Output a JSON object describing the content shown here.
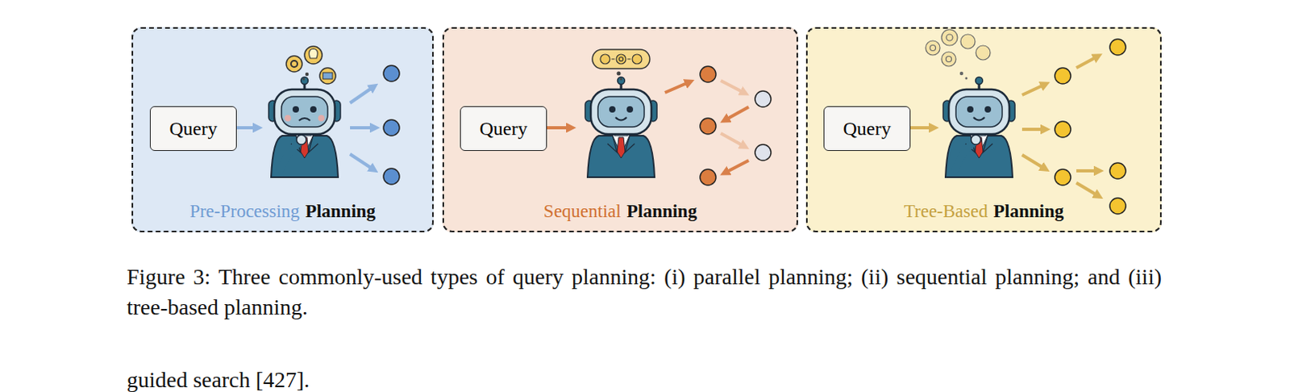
{
  "diagram": {
    "caption": "Figure 3: Three commonly-used types of query planning: (i) parallel planning; (ii) sequential planning; and (iii) tree-based planning.",
    "nodes": [
      {
        "text": [
          "Pre-Processing",
          "Planning"
        ]
      },
      {
        "text": [
          "Query"
        ],
        "in": 0
      },
      {
        "text": [
          "Sequential",
          "Planning"
        ]
      },
      {
        "text": [
          "Query"
        ],
        "in": 2
      },
      {
        "text": [
          "Tree-Based",
          "Planning"
        ]
      },
      {
        "text": [
          "Query"
        ],
        "in": 4
      }
    ],
    "labels": [
      "guided search [427]."
    ]
  }
}
